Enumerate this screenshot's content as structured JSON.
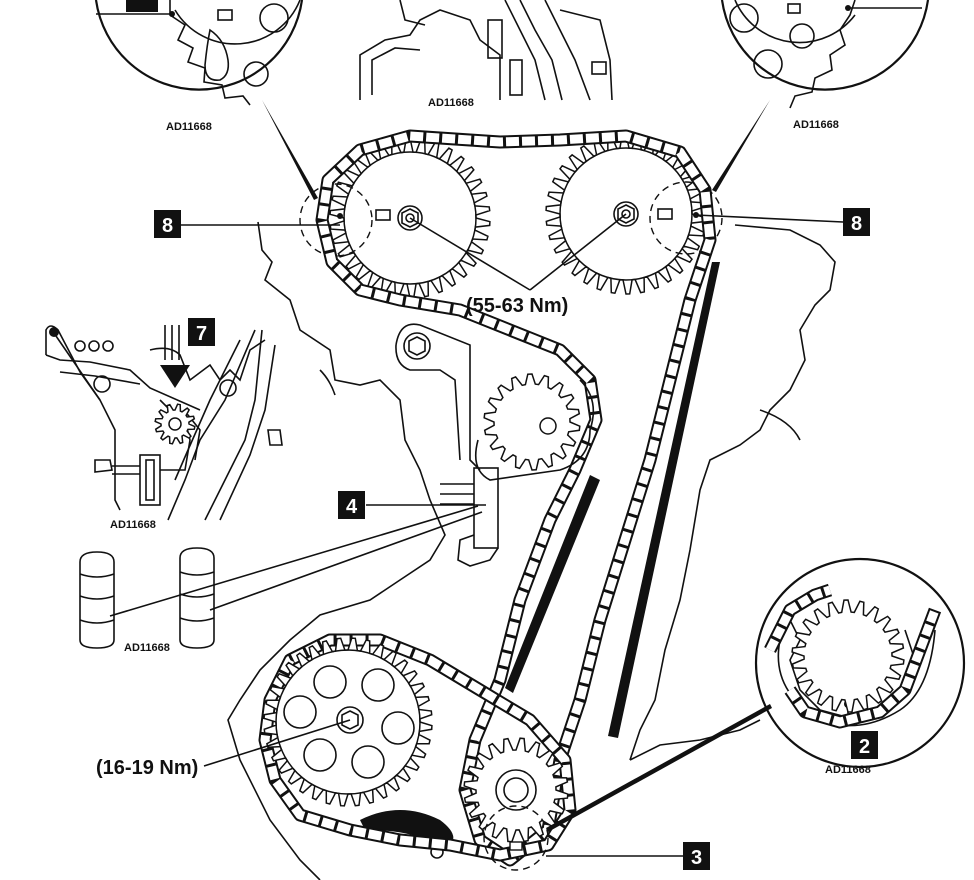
{
  "callouts": {
    "c8_left": "8",
    "c8_right": "8",
    "c7": "7",
    "c4": "4",
    "c2": "2",
    "c3": "3"
  },
  "torques": {
    "camshaft": "(55-63 Nm)",
    "crank_sprocket": "(16-19 Nm)"
  },
  "drawing_codes": {
    "top_left": "AD11668",
    "top_center": "AD11668",
    "top_right": "AD11668",
    "tensioner_detail": "AD11668",
    "plungers": "AD11668",
    "crank_detail": "AD11668"
  },
  "colors": {
    "ink": "#111111",
    "paper": "#ffffff"
  }
}
